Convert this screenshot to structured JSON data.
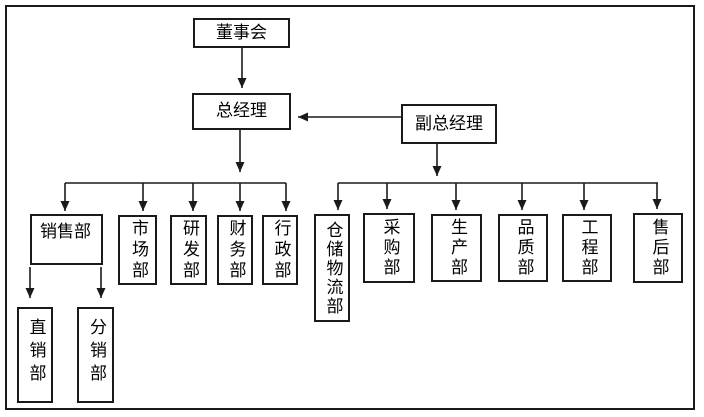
{
  "chart": {
    "type": "org-chart",
    "colors": {
      "line": "#1a1a1a",
      "box_border": "#1a1a1a",
      "background": "#ffffff",
      "text": "#000000"
    },
    "nodes": {
      "board": {
        "label": "董事会"
      },
      "gm": {
        "label": "总经理"
      },
      "dgm": {
        "label": "副总经理"
      },
      "sales": {
        "label": "销售部"
      },
      "marketing": {
        "label": "市场部"
      },
      "rnd": {
        "label": "研发部"
      },
      "finance": {
        "label": "财务部"
      },
      "admin": {
        "label": "行政部"
      },
      "warehouse": {
        "label": "仓储物流部"
      },
      "purchasing": {
        "label": "采购部"
      },
      "production": {
        "label": "生产部"
      },
      "quality": {
        "label": "品质部"
      },
      "engineering": {
        "label": "工程部"
      },
      "aftersales": {
        "label": "售后部"
      },
      "direct": {
        "label": "直销部"
      },
      "distribution": {
        "label": "分销部"
      }
    },
    "hierarchy": [
      {
        "from": "board",
        "to": [
          "gm"
        ]
      },
      {
        "from": "dgm",
        "to": [
          "gm"
        ]
      },
      {
        "from": "gm",
        "to": [
          "sales",
          "marketing",
          "rnd",
          "finance",
          "admin"
        ]
      },
      {
        "from": "dgm",
        "to": [
          "warehouse",
          "purchasing",
          "production",
          "quality",
          "engineering",
          "aftersales"
        ]
      },
      {
        "from": "sales",
        "to": [
          "direct",
          "distribution"
        ]
      }
    ]
  }
}
